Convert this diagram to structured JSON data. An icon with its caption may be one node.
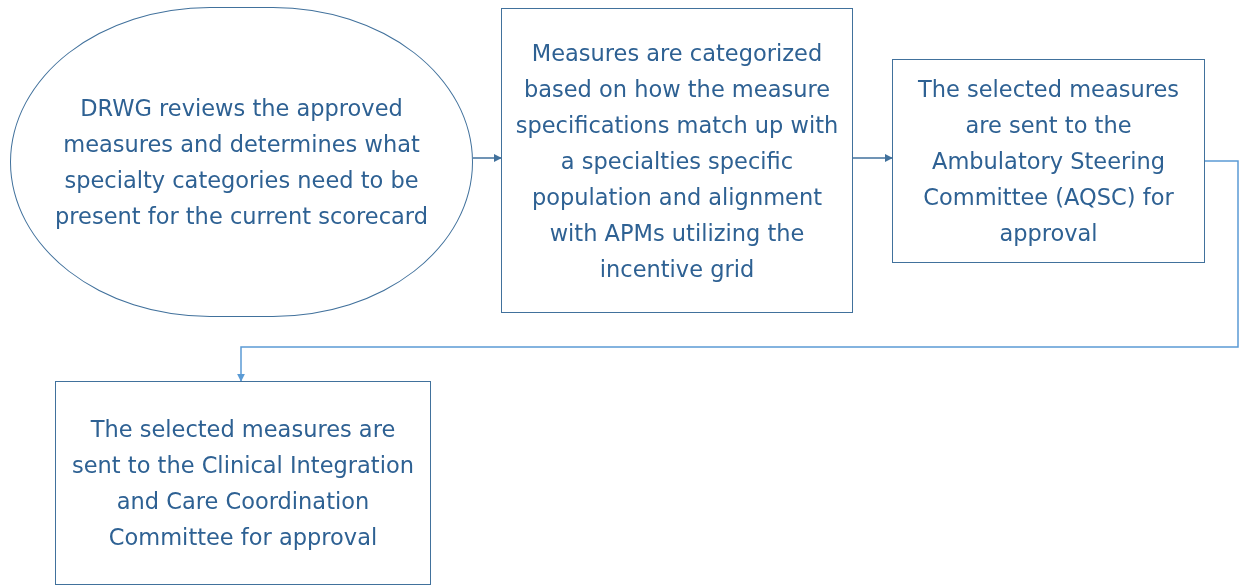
{
  "diagram": {
    "nodes": [
      {
        "text": [
          "DRWG reviews the approved measures and determines what specialty categories need to be present for the current scorecard"
        ]
      },
      {
        "text": [
          "Measures are categorized based on how the measure specifications match up with a specialties specific population and alignment with APMs utilizing the incentive grid"
        ]
      },
      {
        "text": [
          "The selected measures are sent to the Ambulatory Steering Committee (AQSC) for approval"
        ]
      },
      {
        "text": [
          "The selected measures are sent to the Clinical Integration and Care Coordination Committee for approval"
        ]
      }
    ],
    "edges": [
      {
        "from": 0,
        "to": 1,
        "arrow": "to"
      },
      {
        "from": 1,
        "to": 2,
        "arrow": "to"
      },
      {
        "from": 2,
        "to": 3,
        "arrow": "to",
        "color": "#5b9bd5"
      }
    ]
  }
}
